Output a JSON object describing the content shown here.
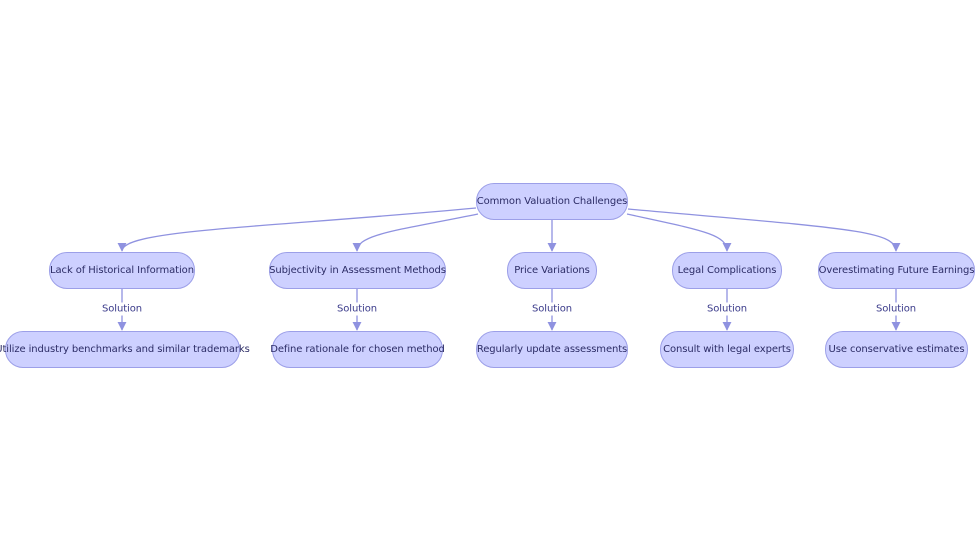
{
  "root": {
    "label": "Common Valuation Challenges"
  },
  "challenges": [
    {
      "label": "Lack of Historical Information",
      "edge_label": "Solution",
      "solution": "Utilize industry benchmarks and similar trademarks"
    },
    {
      "label": "Subjectivity in Assessment Methods",
      "edge_label": "Solution",
      "solution": "Define rationale for chosen method"
    },
    {
      "label": "Price Variations",
      "edge_label": "Solution",
      "solution": "Regularly update assessments"
    },
    {
      "label": "Legal Complications",
      "edge_label": "Solution",
      "solution": "Consult with legal experts"
    },
    {
      "label": "Overestimating Future Earnings",
      "edge_label": "Solution",
      "solution": "Use conservative estimates"
    }
  ],
  "colors": {
    "node_fill": "#cdd0ff",
    "node_stroke": "#9c9fe8",
    "edge": "#8f92e0",
    "text": "#2c2c66"
  }
}
